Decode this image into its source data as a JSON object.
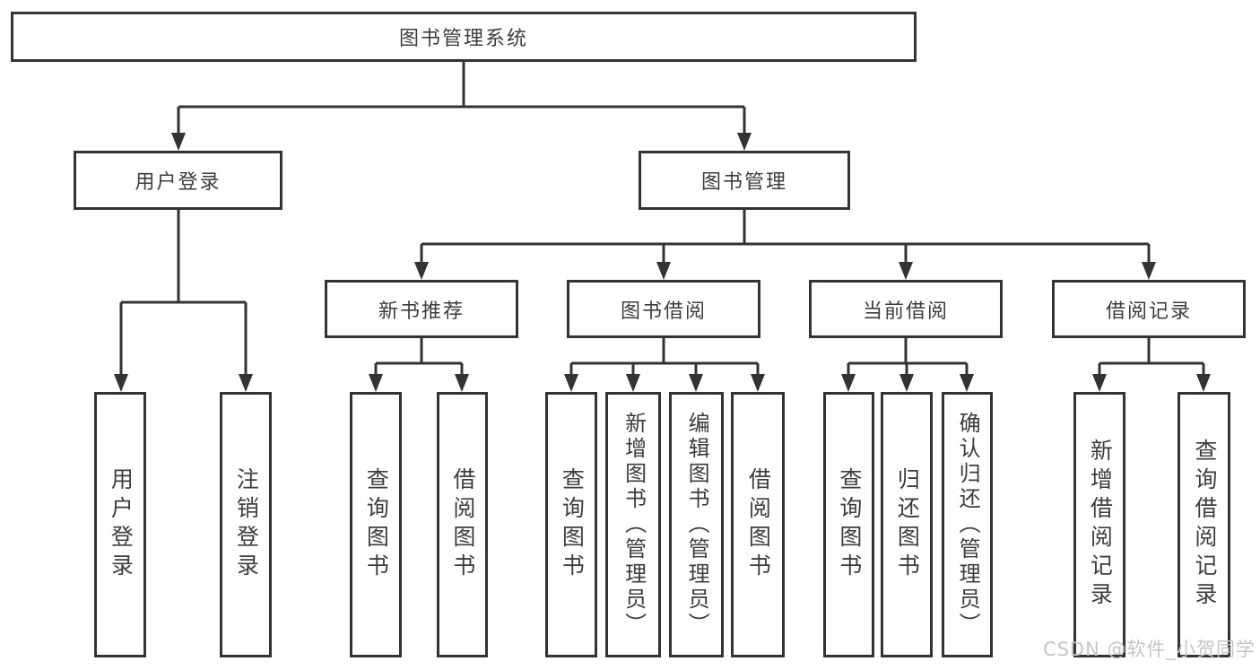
{
  "tree": {
    "root": "图书管理系统",
    "branches": [
      {
        "label": "用户登录",
        "leaves": [
          "用户登录",
          "注销登录"
        ]
      },
      {
        "label": "图书管理",
        "groups": [
          {
            "label": "新书推荐",
            "leaves": [
              "查询图书",
              "借阅图书"
            ]
          },
          {
            "label": "图书借阅",
            "leaves": [
              "查询图书",
              "新增图书（管理员）",
              "编辑图书（管理员）",
              "借阅图书"
            ]
          },
          {
            "label": "当前借阅",
            "leaves": [
              "查询图书",
              "归还图书",
              "确认归还（管理员）"
            ]
          },
          {
            "label": "借阅记录",
            "leaves": [
              "新增借阅记录",
              "查询借阅记录"
            ]
          }
        ]
      }
    ]
  },
  "watermark": "CSDN @软件_小贺同学",
  "colors": {
    "line": "#333333",
    "text": "#3d3d3d",
    "watermark": "#c6c6c6",
    "background": "#ffffff"
  }
}
